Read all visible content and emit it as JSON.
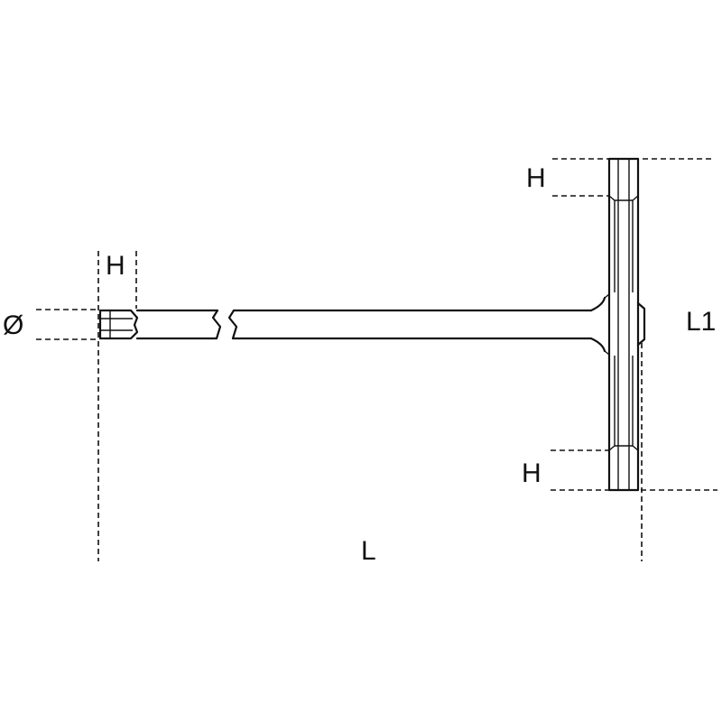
{
  "diagram": {
    "labels": {
      "diameter": "Ø",
      "tip_hex_length": "H",
      "handle_top_hex": "H",
      "handle_bottom_hex": "H",
      "handle_length": "L1",
      "total_length": "L"
    }
  }
}
